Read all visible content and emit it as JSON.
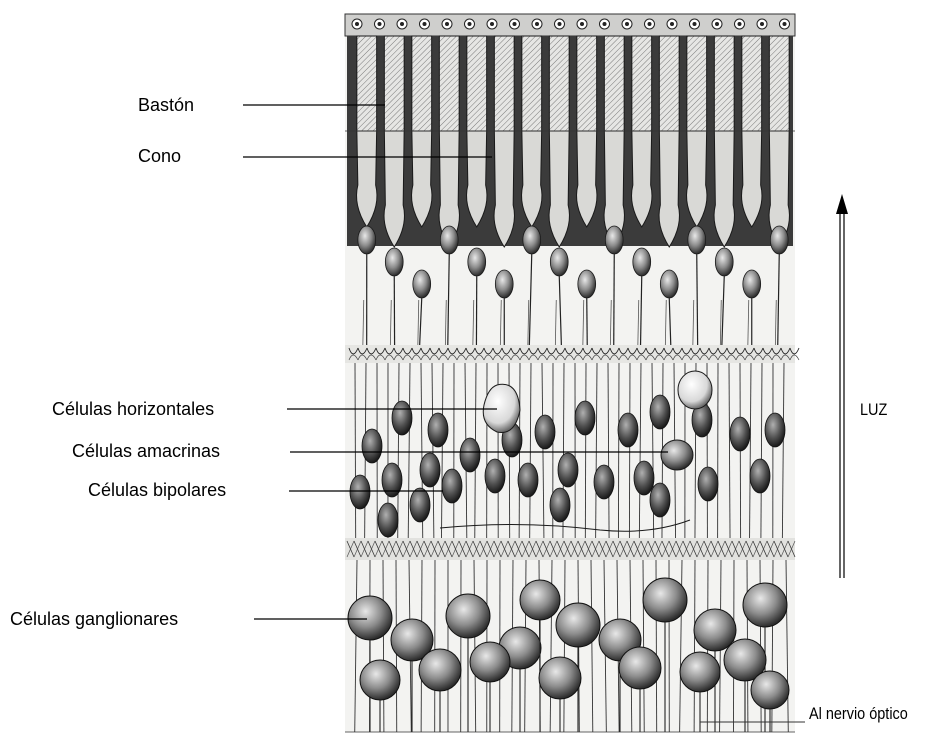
{
  "labels": {
    "baston": "Bastón",
    "cono": "Cono",
    "horizontales": "Células horizontales",
    "amacrinas": "Células amacrinas",
    "bipolares": "Células bipolares",
    "ganglionares": "Células ganglionares",
    "luz": "LUZ",
    "nervio": "Al nervio óptico"
  },
  "colors": {
    "ink": "#1a1a1a",
    "shade_dark": "#3a3a3a",
    "shade_mid": "#8a8a8a",
    "shade_light": "#cfcfcf",
    "paper": "#f4f4f2"
  }
}
